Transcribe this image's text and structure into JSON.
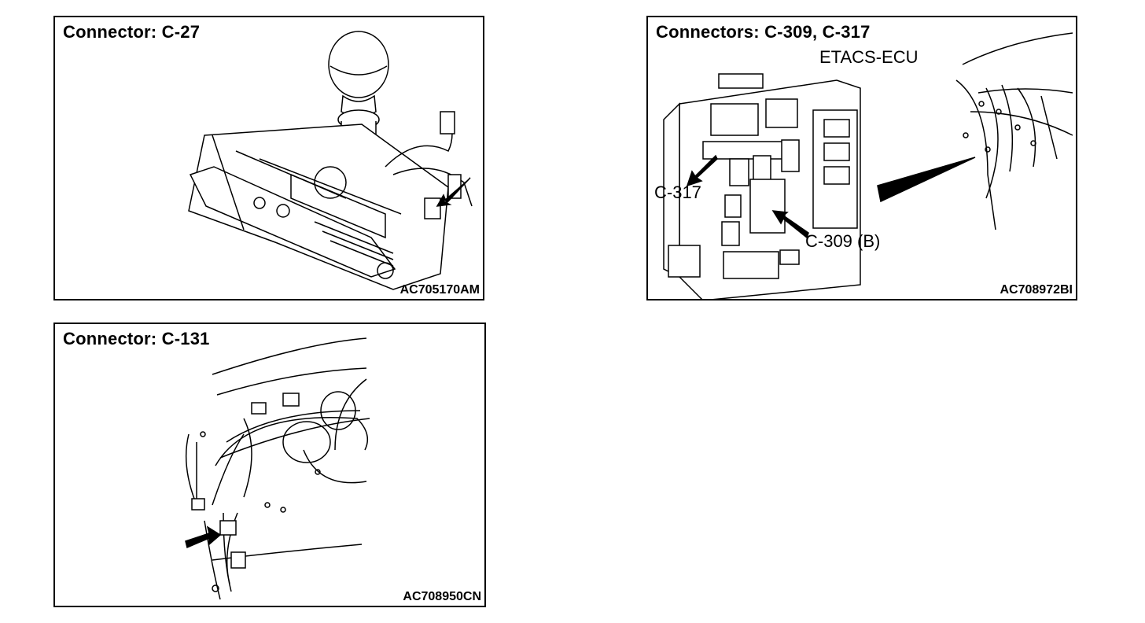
{
  "panels": {
    "c27": {
      "title": "Connector: C-27",
      "code": "AC705170AM"
    },
    "c309": {
      "title": "Connectors: C-309, C-317",
      "code": "AC708972BI",
      "unit_label": "ETACS-ECU",
      "label_c317": "C-317",
      "label_c309": "C-309 (B)"
    },
    "c131": {
      "title": "Connector: C-131",
      "code": "AC708950CN"
    }
  }
}
